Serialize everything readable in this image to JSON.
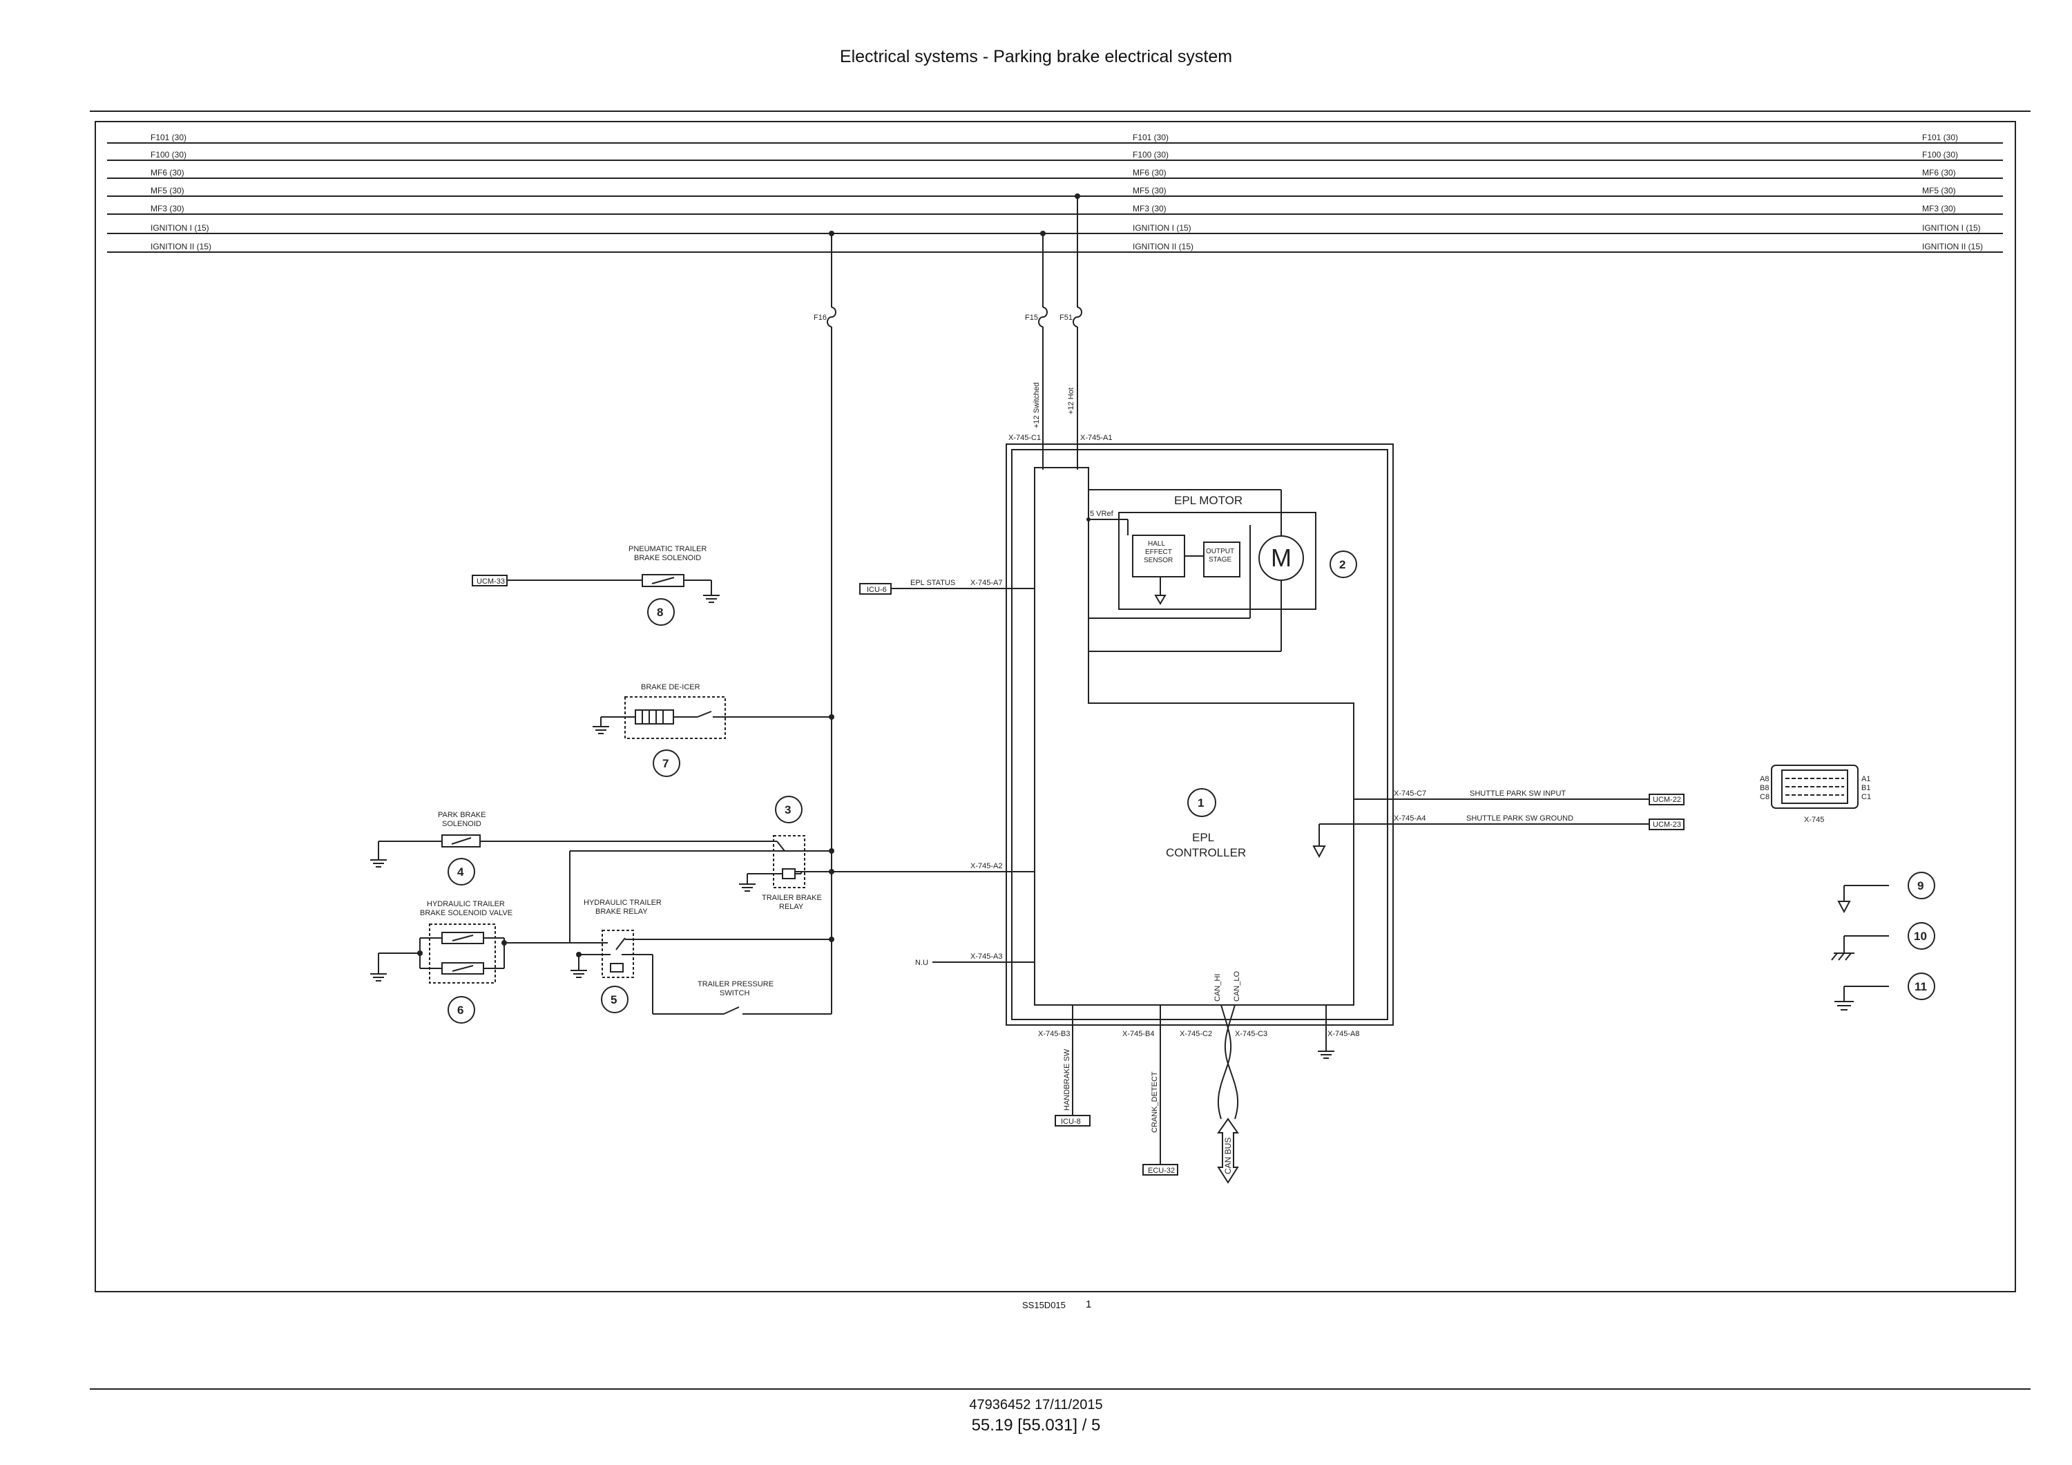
{
  "header": {
    "title": "Electrical systems - Parking brake electrical system"
  },
  "rails": [
    {
      "label": "F101 (30)"
    },
    {
      "label": "F100 (30)"
    },
    {
      "label": "MF6 (30)"
    },
    {
      "label": "MF5 (30)"
    },
    {
      "label": "MF3 (30)"
    },
    {
      "label": "IGNITION I (15)"
    },
    {
      "label": "IGNITION II (15)"
    }
  ],
  "fuses": {
    "f16": "F16",
    "f15": "F15",
    "f51": "F51"
  },
  "supply_labels": {
    "switched": "+12 Switched",
    "hot": "+12 Hot"
  },
  "connectors": {
    "c1": "X-745-C1",
    "a1": "X-745-A1",
    "a7": "X-745-A7",
    "a2": "X-745-A2",
    "a3": "X-745-A3",
    "c7": "X-745-C7",
    "a4": "X-745-A4",
    "b3": "X-745-B3",
    "b4": "X-745-B4",
    "c2": "X-745-C2",
    "c3": "X-745-C3",
    "a8": "X-745-A8"
  },
  "epl_motor": {
    "title": "EPL MOTOR",
    "vref": "5 VRef",
    "hall_1": "HALL",
    "hall_2": "EFFECT",
    "hall_3": "SENSOR",
    "out_1": "OUTPUT",
    "out_2": "STAGE",
    "motor": "M",
    "num": "2"
  },
  "controller": {
    "num": "1",
    "line1": "EPL",
    "line2": "CONTROLLER"
  },
  "signals": {
    "epl_status": "EPL STATUS",
    "icu6": "ICU-6",
    "nu": "N.U",
    "shuttle_input": "SHUTTLE PARK SW INPUT",
    "ucm22": "UCM-22",
    "shuttle_ground": "SHUTTLE PARK SW GROUND",
    "ucm23": "UCM-23",
    "handbrake": "HANDBRAKE SW",
    "icu8": "ICU-8",
    "crank": "CRANK_DETECT",
    "ecu32": "ECU-32",
    "can_hi": "CAN_HI",
    "can_lo": "CAN_LO",
    "can_bus": "CAN BUS"
  },
  "components": {
    "pneumatic_1": "PNEUMATIC TRAILER",
    "pneumatic_2": "BRAKE SOLENOID",
    "ucm33": "UCM-33",
    "n8": "8",
    "deicer": "BRAKE DE-ICER",
    "n7": "7",
    "park_1": "PARK BRAKE",
    "park_2": "SOLENOID",
    "n4": "4",
    "n3": "3",
    "relay_1": "TRAILER BRAKE",
    "relay_2": "RELAY",
    "hyd_valve_1": "HYDRAULIC TRAILER",
    "hyd_valve_2": "BRAKE SOLENOID VALVE",
    "n6": "6",
    "hyd_relay_1": "HYDRAULIC TRAILER",
    "hyd_relay_2": "BRAKE RELAY",
    "n5": "5",
    "press_1": "TRAILER PRESSURE",
    "press_2": "SWITCH"
  },
  "connector_view": {
    "left_a": "A8",
    "left_b": "B8",
    "left_c": "C8",
    "right_a": "A1",
    "right_b": "B1",
    "right_c": "C1",
    "name": "X-745"
  },
  "grounds": {
    "n9": "9",
    "n10": "10",
    "n11": "11"
  },
  "footer": {
    "fig_ref": "SS15D015",
    "fig_num": "1",
    "doc": "47936452 17/11/2015",
    "page": "55.19 [55.031] / 5"
  }
}
